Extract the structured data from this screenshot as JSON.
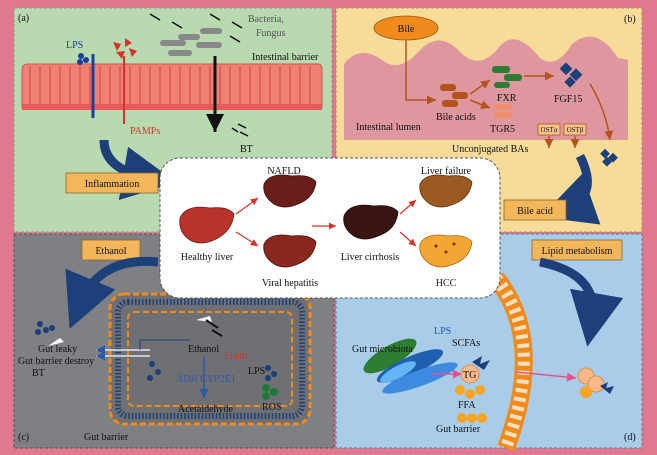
{
  "panel_a": {
    "letter": "(a)",
    "lps": "LPS",
    "bacteria": "Bacteria,",
    "fungus": "Fungus",
    "intestinal_barrier": "Intestinal barrier",
    "pamps": "PAMPs",
    "bt": "BT",
    "inflammation": "Inflammation"
  },
  "panel_b": {
    "letter": "(b)",
    "bile": "Bile",
    "bile_acids": "Bile acids",
    "fxr": "FXR",
    "tgr5": "TGR5",
    "fgf15": "FGF15",
    "intestinal_lumen": "Intestinal lumen",
    "ost_alpha": "OSTα",
    "ost_beta": "OSTβ",
    "unconjugated": "Unconjugated BAs",
    "bile_acid": "Bile acid"
  },
  "center": {
    "nafld": "NAFLD",
    "liver_failure": "Liver failure",
    "healthy_liver": "Healthy liver",
    "viral_hepatitis": "Viral hepatitis",
    "liver_cirrhosis": "Liver cirrhosis",
    "hcc": "HCC"
  },
  "panel_c": {
    "letter": "(c)",
    "ethanol_box": "Ethanol",
    "gut_leaky": "Gut leaky",
    "gut_barrier_destroy": "Gut barrier destroy",
    "bt": "BT",
    "ethanol": "Ethanol",
    "eneth": "Eneth",
    "lps": "LPS",
    "enzymes": "ADH CYP2E1",
    "ros": "ROS",
    "acetaldehyde": "Acetaldehyde",
    "gut_barrier": "Gut barrier"
  },
  "panel_d": {
    "letter": "(d)",
    "lipid_metabolism": "Lipid metabolism",
    "lps": "LPS",
    "scfas": "SCFAs",
    "gut_microbiota": "Gut microbiota",
    "tg": "TG",
    "ffa": "FFA",
    "gut_barrier": "Gut barrier"
  },
  "colors": {
    "background": "#e07890",
    "panel_a": "#b9d9b0",
    "panel_b": "#f6dc98",
    "panel_c": "#7f8083",
    "panel_d": "#a9cce8",
    "label_box": "#f4b65a",
    "arrow_blue": "#1d3f7a",
    "liver_red": "#b8342a",
    "orange": "#f08a1c"
  }
}
